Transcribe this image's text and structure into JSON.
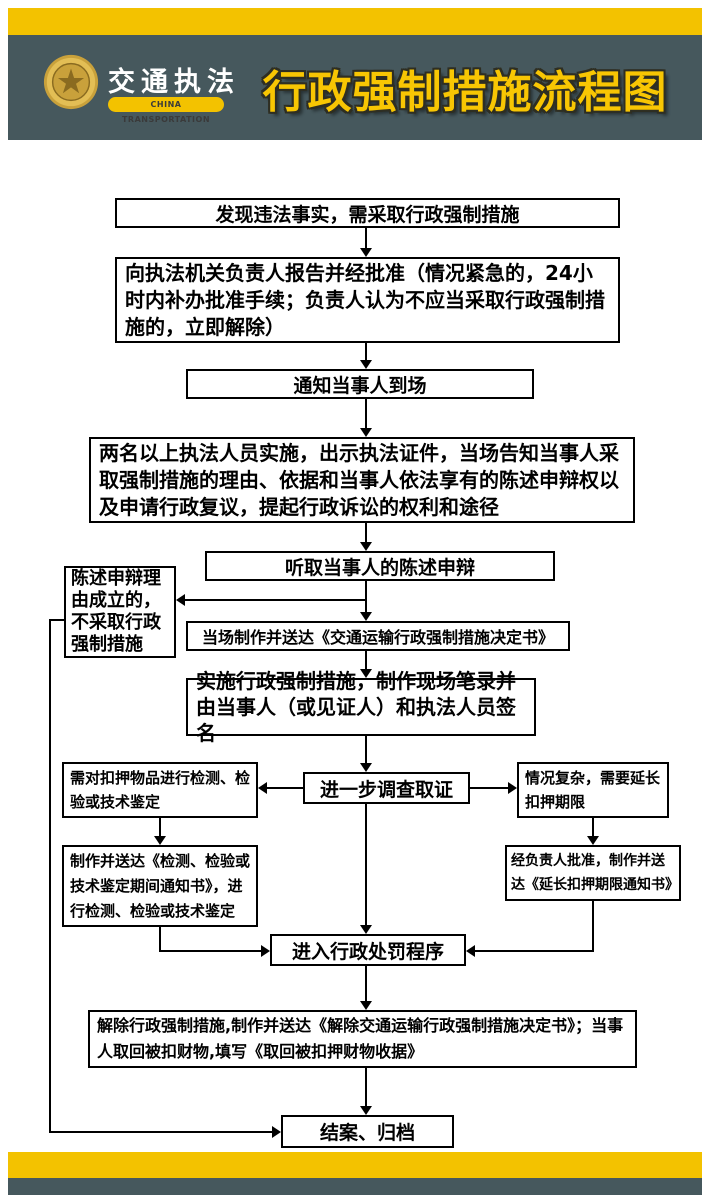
{
  "header": {
    "brand_name": "交通执法",
    "brand_subtitle": "CHINA TRANSPORTATION",
    "title": "行政强制措施流程图"
  },
  "colors": {
    "accent_yellow": "#F3C200",
    "header_background": "#46585D",
    "title_gold": "#F8C603",
    "box_border": "#000000"
  },
  "flowchart": {
    "nodes": [
      {
        "id": "start",
        "text": "发现违法事实，需采取行政强制措施"
      },
      {
        "id": "report-approval",
        "text": "向执法机关负责人报告并经批准（情况紧急的，24小时内补办批准手续；负责人认为不应当采取行政强制措施的，立即解除）"
      },
      {
        "id": "notify-party",
        "text": "通知当事人到场"
      },
      {
        "id": "enforce-inform",
        "text": "两名以上执法人员实施，出示执法证件，当场告知当事人采取强制措施的理由、依据和当事人依法享有的陈述申辩权以及申请行政复议，提起行政诉讼的权利和途径"
      },
      {
        "id": "hear-statement",
        "text": "听取当事人的陈述申辩"
      },
      {
        "id": "statement-valid",
        "text": "陈述申辩理由成立的，不采取行政强制措施"
      },
      {
        "id": "deliver-decision",
        "text": "当场制作并送达《交通运输行政强制措施决定书》"
      },
      {
        "id": "implement-record",
        "text": "实施行政强制措施，制作现场笔录并由当事人（或见证人）和执法人员签名"
      },
      {
        "id": "further-investigation",
        "text": "进一步调查取证"
      },
      {
        "id": "need-inspection",
        "text": "需对扣押物品进行检测、检验或技术鉴定"
      },
      {
        "id": "complex-extend",
        "text": "情况复杂，需要延长扣押期限"
      },
      {
        "id": "inspection-notice",
        "text": "制作并送达《检测、检验或技术鉴定期间通知书》，进行检测、检验或技术鉴定"
      },
      {
        "id": "extension-notice",
        "text": "经负责人批准，制作并送达《延长扣押期限通知书》"
      },
      {
        "id": "penalty-procedure",
        "text": "进入行政处罚程序"
      },
      {
        "id": "lift-measures",
        "text": "解除行政强制措施,制作并送达《解除交通运输行政强制措施决定书》；当事人取回被扣财物,填写《取回被扣押财物收据》"
      },
      {
        "id": "close-case",
        "text": "结案、归档"
      }
    ]
  }
}
